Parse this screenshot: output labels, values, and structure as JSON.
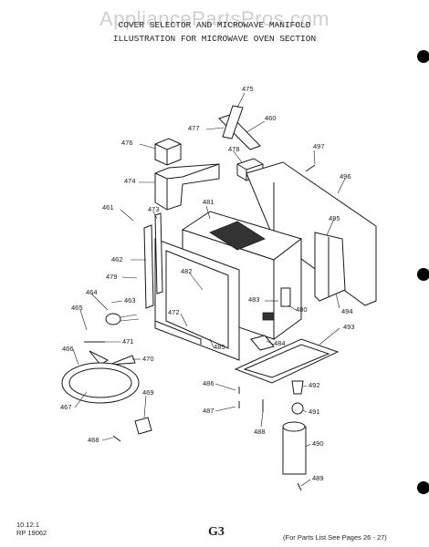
{
  "watermark": "AppliancePartsPros.com",
  "title": {
    "line1": "COVER SELECTOR AND MICROWAVE MANIFOLD",
    "line2": "ILLUSTRATION FOR MICROWAVE OVEN SECTION"
  },
  "parts": [
    "475",
    "460",
    "477",
    "476",
    "478",
    "497",
    "474",
    "496",
    "481",
    "461",
    "473",
    "495",
    "462",
    "482",
    "479",
    "464",
    "463",
    "483",
    "480",
    "494",
    "465",
    "472",
    "484",
    "493",
    "471",
    "485",
    "466",
    "470",
    "486",
    "492",
    "469",
    "487",
    "491",
    "467",
    "488",
    "468",
    "490",
    "489"
  ],
  "footer": {
    "date_code": "10.12.1",
    "rp_code": "RP 19062",
    "page_number": "G3",
    "parts_ref": "(For Parts List See Pages 26 - 27)"
  }
}
